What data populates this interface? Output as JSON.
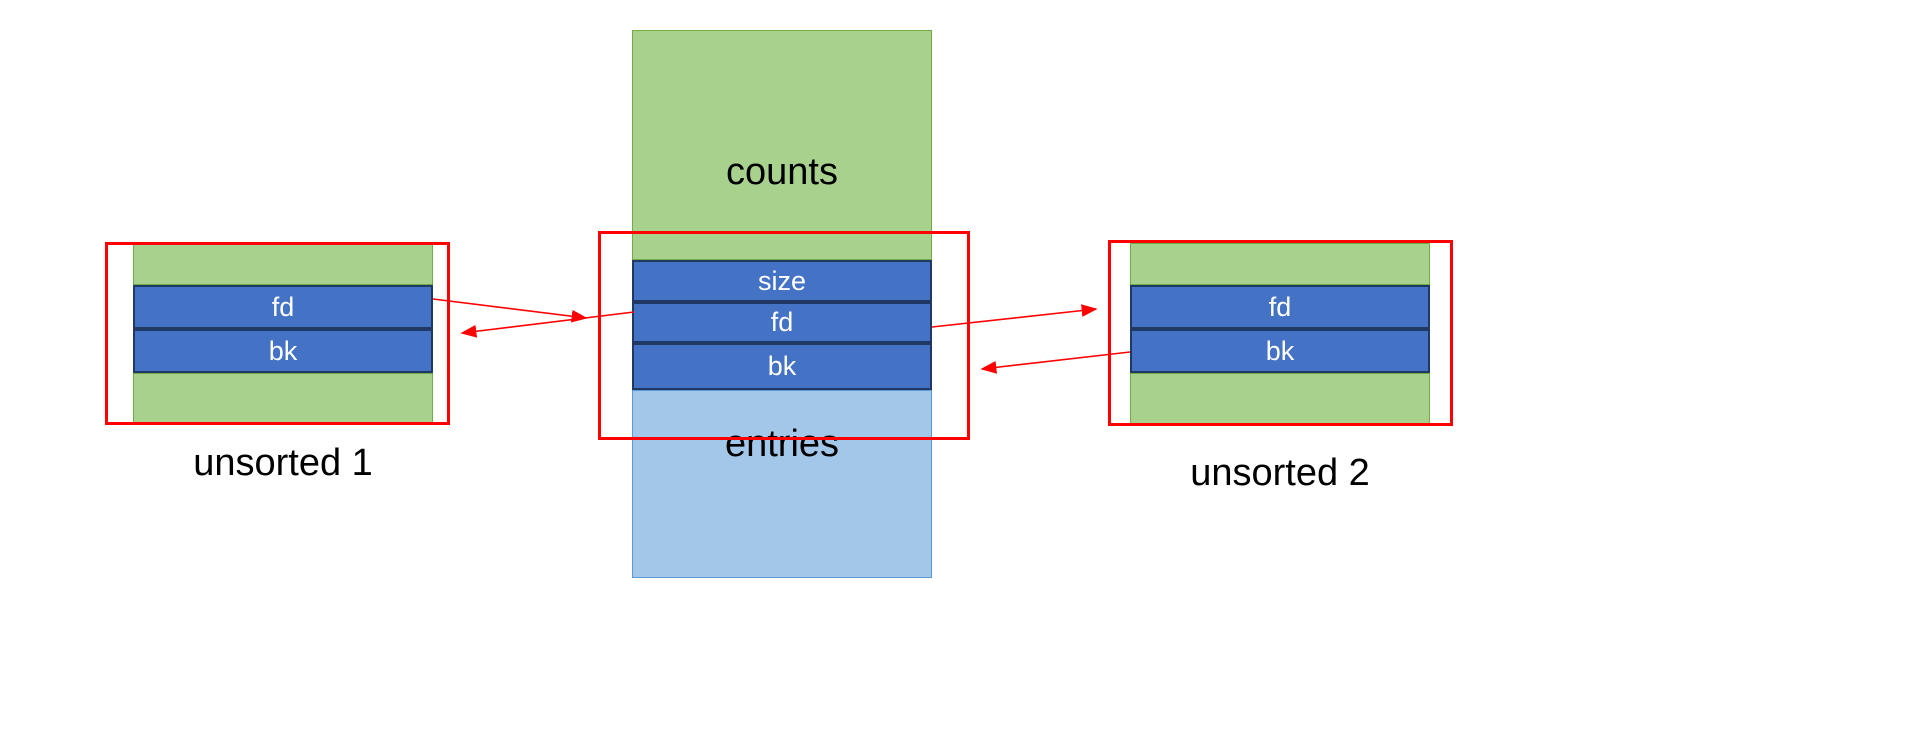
{
  "diagram": {
    "title": "glibc unsorted bin doubly-linked list",
    "colors": {
      "green_fill": "#A9D18E",
      "green_stroke": "#70AD47",
      "blue_fill": "#4472C4",
      "blue_stroke": "#1F3864",
      "light_blue_fill": "#A3C7E8",
      "light_blue_stroke": "#5B9BD5",
      "highlight_red": "#FF0000",
      "text_white": "#FFFFFF",
      "text_black": "#000000",
      "background": "#FFFFFF"
    }
  },
  "center_block": {
    "name": "main-arena",
    "top_label": "counts",
    "bottom_label": "entries",
    "rows": [
      {
        "label": "size"
      },
      {
        "label": "fd"
      },
      {
        "label": "bk"
      }
    ]
  },
  "left_block": {
    "name": "unsorted-chunk-1",
    "caption": "unsorted 1",
    "rows": [
      {
        "label": "fd"
      },
      {
        "label": "bk"
      }
    ]
  },
  "right_block": {
    "name": "unsorted-chunk-2",
    "caption": "unsorted 2",
    "rows": [
      {
        "label": "fd"
      },
      {
        "label": "bk"
      }
    ]
  },
  "connections": [
    {
      "from": "center.fd",
      "to": "left.block",
      "direction": "left"
    },
    {
      "from": "left.bk",
      "to": "center.block",
      "direction": "right"
    },
    {
      "from": "center.fd",
      "to": "right.block",
      "direction": "right"
    },
    {
      "from": "right.bk",
      "to": "center.block",
      "direction": "left"
    }
  ]
}
